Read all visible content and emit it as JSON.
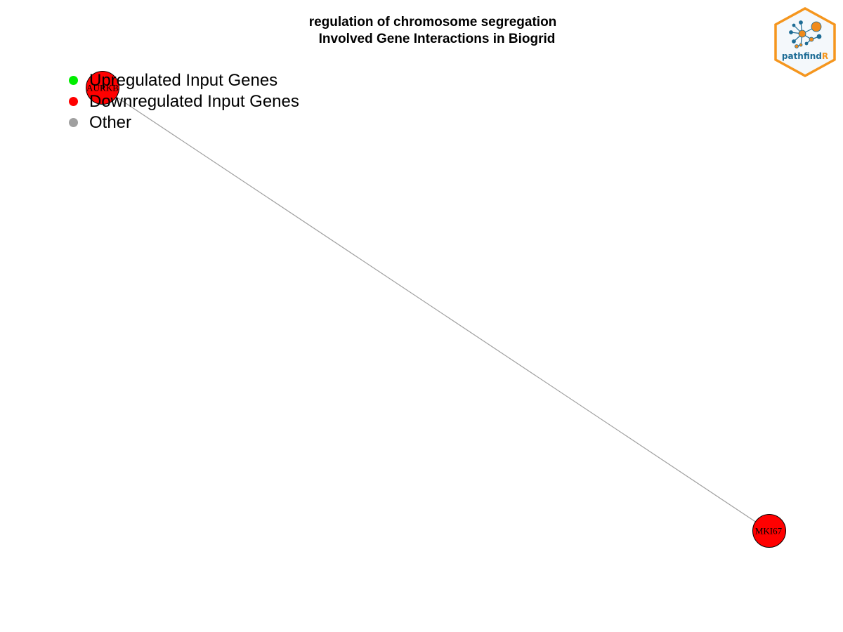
{
  "title": {
    "line1": "regulation of chromosome segregation",
    "line2": "Involved Gene Interactions in Biogrid"
  },
  "legend": {
    "items": [
      {
        "label": "Upregulated Input Genes",
        "color": "#00ee00"
      },
      {
        "label": "Downregulated Input Genes",
        "color": "#ff0000"
      },
      {
        "label": "Other",
        "color": "#a0a0a0"
      }
    ]
  },
  "network": {
    "nodes": [
      {
        "id": "AURKB",
        "label": "AURKB",
        "color": "#ff0000"
      },
      {
        "id": "MKI67",
        "label": "MKI67",
        "color": "#ff0000"
      }
    ],
    "edges": [
      {
        "source": "AURKB",
        "target": "MKI67",
        "color": "#a0a0a0"
      }
    ]
  },
  "logo": {
    "text_main": "pathfind",
    "text_accent": "R",
    "border_color": "#f5961e",
    "text_color": "#1d6c95"
  }
}
